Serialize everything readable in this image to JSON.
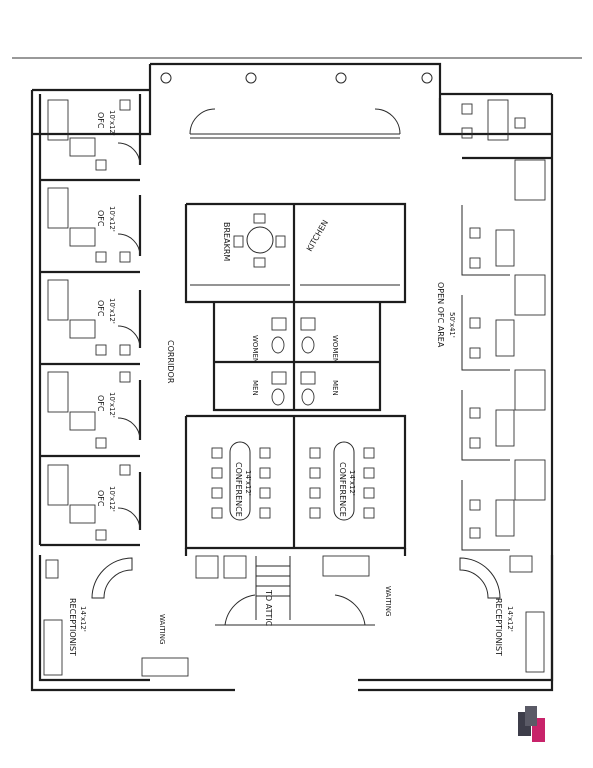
{
  "labels": {
    "office": "OFC",
    "office_size": "10'x12'",
    "breakroom": "BREAKRM",
    "kitchen": "KITCHEN",
    "women": "WOMEN",
    "men": "MEN",
    "corridor": "CORRIDOR",
    "open_area": "OPEN OFC AREA",
    "open_area_size": "50'x41'",
    "conference": "CONFERENCE",
    "conference_size": "14'x12'",
    "receptionist": "RECEPTIONIST",
    "receptionist_size": "14'x12'",
    "waiting": "WAITING",
    "attic": "TO ATTIC"
  },
  "logo": {
    "colors": [
      "#3d3d4a",
      "#c8236a"
    ]
  }
}
